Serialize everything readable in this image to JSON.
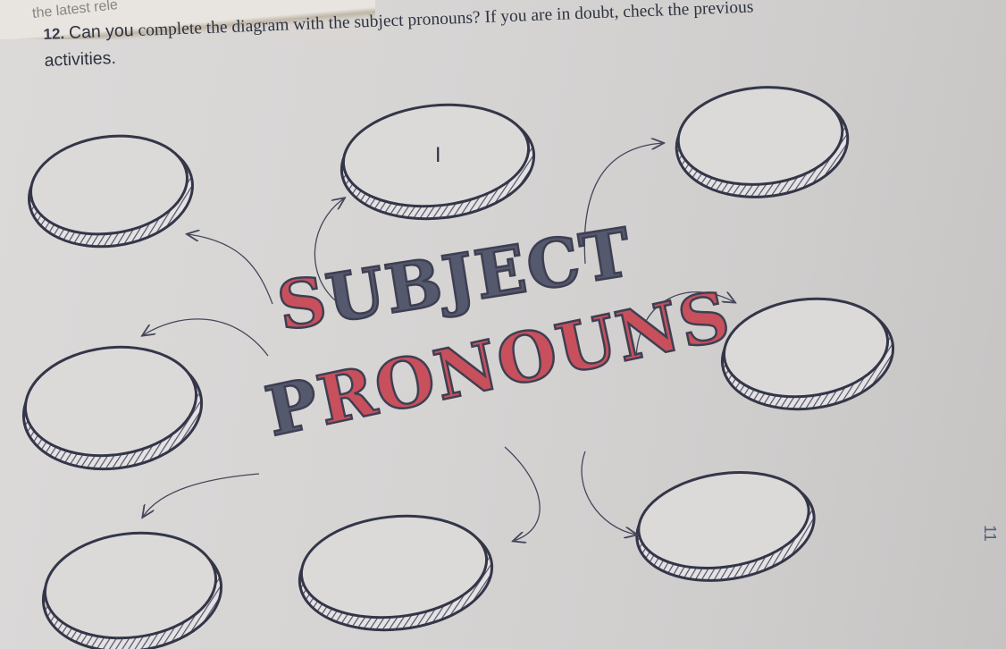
{
  "previous_page": {
    "text": "the latest rele"
  },
  "exercise": {
    "number": "12.",
    "lead_words": "Can you",
    "instruction": "complete the diagram with the subject pronouns? If you are in doubt, check the previous",
    "instruction_line2": "activities."
  },
  "diagram": {
    "title_line1": {
      "first": "S",
      "rest": "UBJECT"
    },
    "title_line2": {
      "first": "P",
      "rest": "RONOUNS"
    },
    "filled_answer": "I",
    "blank_ovals_count": 7,
    "filled_ovals_count": 1
  },
  "margin_mark": "11",
  "colors": {
    "paper": "#d9d7d6",
    "ink": "#2e3340",
    "outline": "#3e3f52",
    "accent_red": "#c8505c",
    "accent_blue": "#55596e"
  }
}
